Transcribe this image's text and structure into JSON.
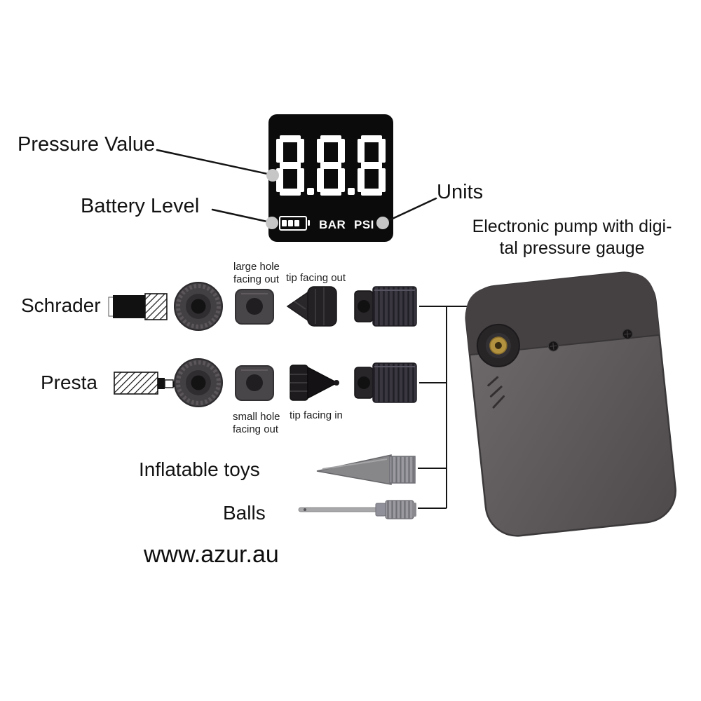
{
  "display": {
    "digits": "8.8.8",
    "unit_bar": "BAR",
    "unit_psi": "PSI"
  },
  "callouts": {
    "pressure_value": "Pressure Value",
    "battery_level": "Battery Level",
    "units": "Units"
  },
  "pump_caption": {
    "line1": "Electronic pump with digi-",
    "line2": "tal pressure gauge"
  },
  "rows": {
    "schrader": {
      "label": "Schrader",
      "note_hole_line1": "large hole",
      "note_hole_line2": "facing out",
      "note_tip": "tip facing out"
    },
    "presta": {
      "label": "Presta",
      "note_hole_line1": "small hole",
      "note_hole_line2": "facing out",
      "note_tip": "tip facing in"
    },
    "toys": {
      "label": "Inflatable toys"
    },
    "balls": {
      "label": "Balls"
    }
  },
  "website": "www.azur.au",
  "colors": {
    "display_bg": "#0b0b0b",
    "digit": "#ffffff",
    "leader_dot": "#c6c6c6",
    "line": "#141414",
    "pump_body": "#5c585a",
    "brass": "#b2923f"
  }
}
